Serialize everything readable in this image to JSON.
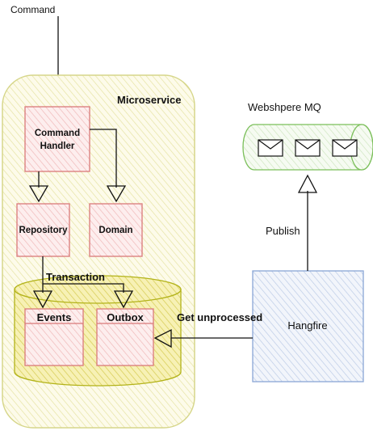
{
  "labels": {
    "command": "Command",
    "microservice": "Microservice",
    "command_handler_line1": "Command",
    "command_handler_line2": "Handler",
    "repository": "Repository",
    "domain": "Domain",
    "transaction": "Transaction",
    "events": "Events",
    "outbox": "Outbox",
    "get_unprocessed": "Get unprocessed",
    "hangfire": "Hangfire",
    "publish": "Publish",
    "websphere_mq": "Webshpere MQ"
  },
  "colors": {
    "microservice_stroke": "#d6d68a",
    "microservice_fill": "#fbf6da",
    "component_stroke": "#d97a7a",
    "component_fill": "#fde8e8",
    "database_stroke": "#b3b31a",
    "database_fill": "#f4ed9c",
    "hangfire_stroke": "#8aa6d6",
    "hangfire_fill": "#eaf0fa",
    "queue_stroke": "#7bbf5a",
    "queue_fill": "#eef7e8",
    "arrow": "#111111"
  },
  "icons": [
    "envelope-icon",
    "envelope-icon",
    "envelope-icon"
  ]
}
